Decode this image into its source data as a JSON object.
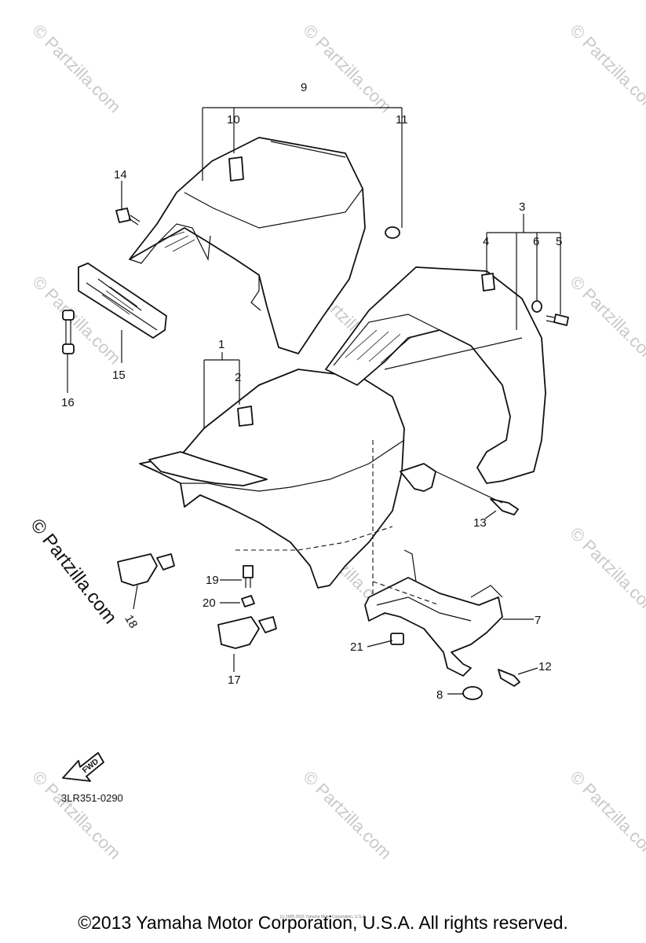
{
  "watermark": "© Partzilla.com",
  "diagram_code": "3LR351-0290",
  "fwd_label": "FWD",
  "callouts": [
    "1",
    "2",
    "3",
    "4",
    "5",
    "6",
    "7",
    "8",
    "9",
    "10",
    "11",
    "12",
    "13",
    "14",
    "15",
    "16",
    "17",
    "18",
    "19",
    "20",
    "21"
  ],
  "fine_print": "(c) 2005-2016 Yamaha Motor Corporation, U.S.A.",
  "copyright": "©2013 Yamaha Motor Corporation, U.S.A. All rights reserved."
}
